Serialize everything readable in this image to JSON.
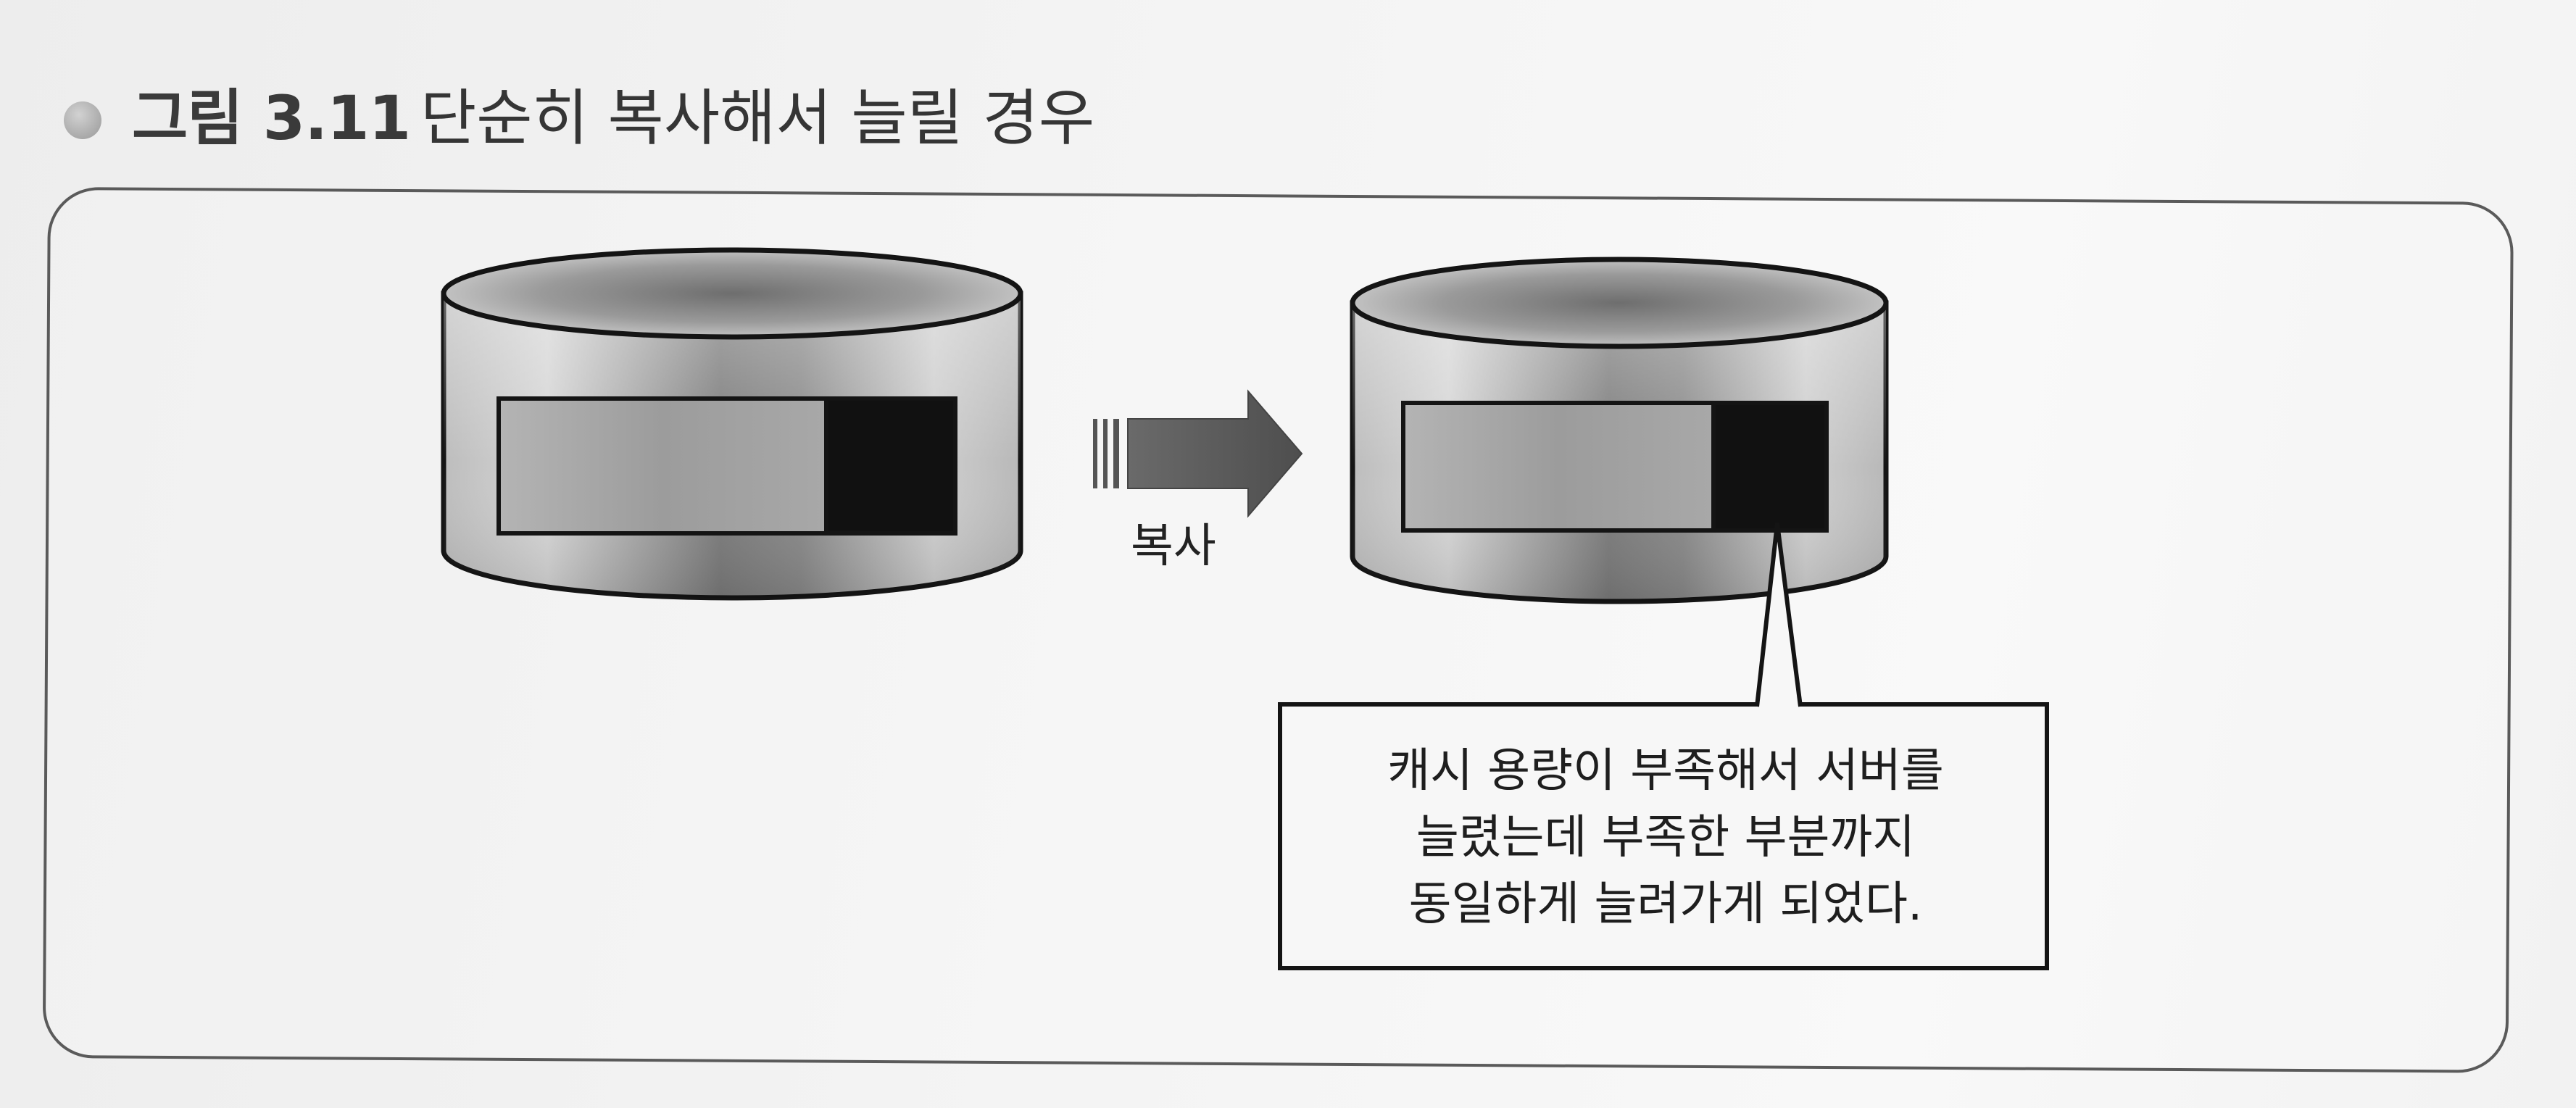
{
  "figure": {
    "number": "그림 3.11",
    "title": "단순히 복사해서 늘릴 경우"
  },
  "diagram": {
    "arrow_label": "복사",
    "callout_lines": [
      "캐시 용량이 부족해서 서버를",
      "늘렸는데 부족한 부분까지",
      "동일하게 늘려가게 되었다."
    ]
  },
  "colors": {
    "border": "#1a1a1a",
    "cylinder_light": "#e6e6e6",
    "cylinder_dark": "#555555",
    "bar_used": "#a0a0a0",
    "bar_shortage": "#111111",
    "arrow": "#5e5e5e"
  }
}
